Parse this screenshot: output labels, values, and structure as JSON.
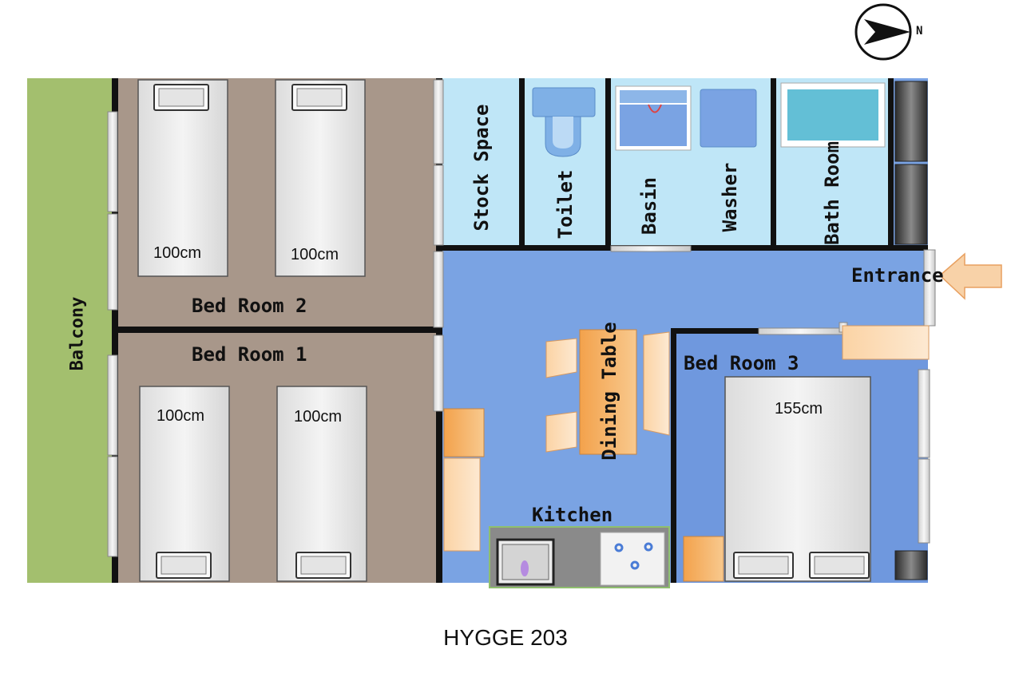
{
  "title": "HYGGE 203",
  "compass": {
    "label": "N",
    "icon": "north-arrow-icon"
  },
  "rooms": {
    "balcony": "Balcony",
    "bed_room_2": "Bed Room 2",
    "bed_room_1": "Bed Room 1",
    "bed_room_3": "Bed Room 3",
    "stock_space": "Stock Space",
    "toilet": "Toilet",
    "basin": "Basin",
    "washer": "Washer",
    "bath_room": "Bath Room",
    "entrance": "Entrance",
    "dining_table": "Dining Table",
    "kitchen": "Kitchen"
  },
  "beds": {
    "br2_left": "100cm",
    "br2_right": "100cm",
    "br1_left": "100cm",
    "br1_right": "100cm",
    "br3": "155cm"
  },
  "colors": {
    "balcony": "#a3bf6e",
    "bedroom_floor": "#a8978a",
    "living_floor": "#7aa3e3",
    "utility_floor": "#bfe6f7",
    "wall": "#111111",
    "furniture_orange": "#f3b268"
  }
}
